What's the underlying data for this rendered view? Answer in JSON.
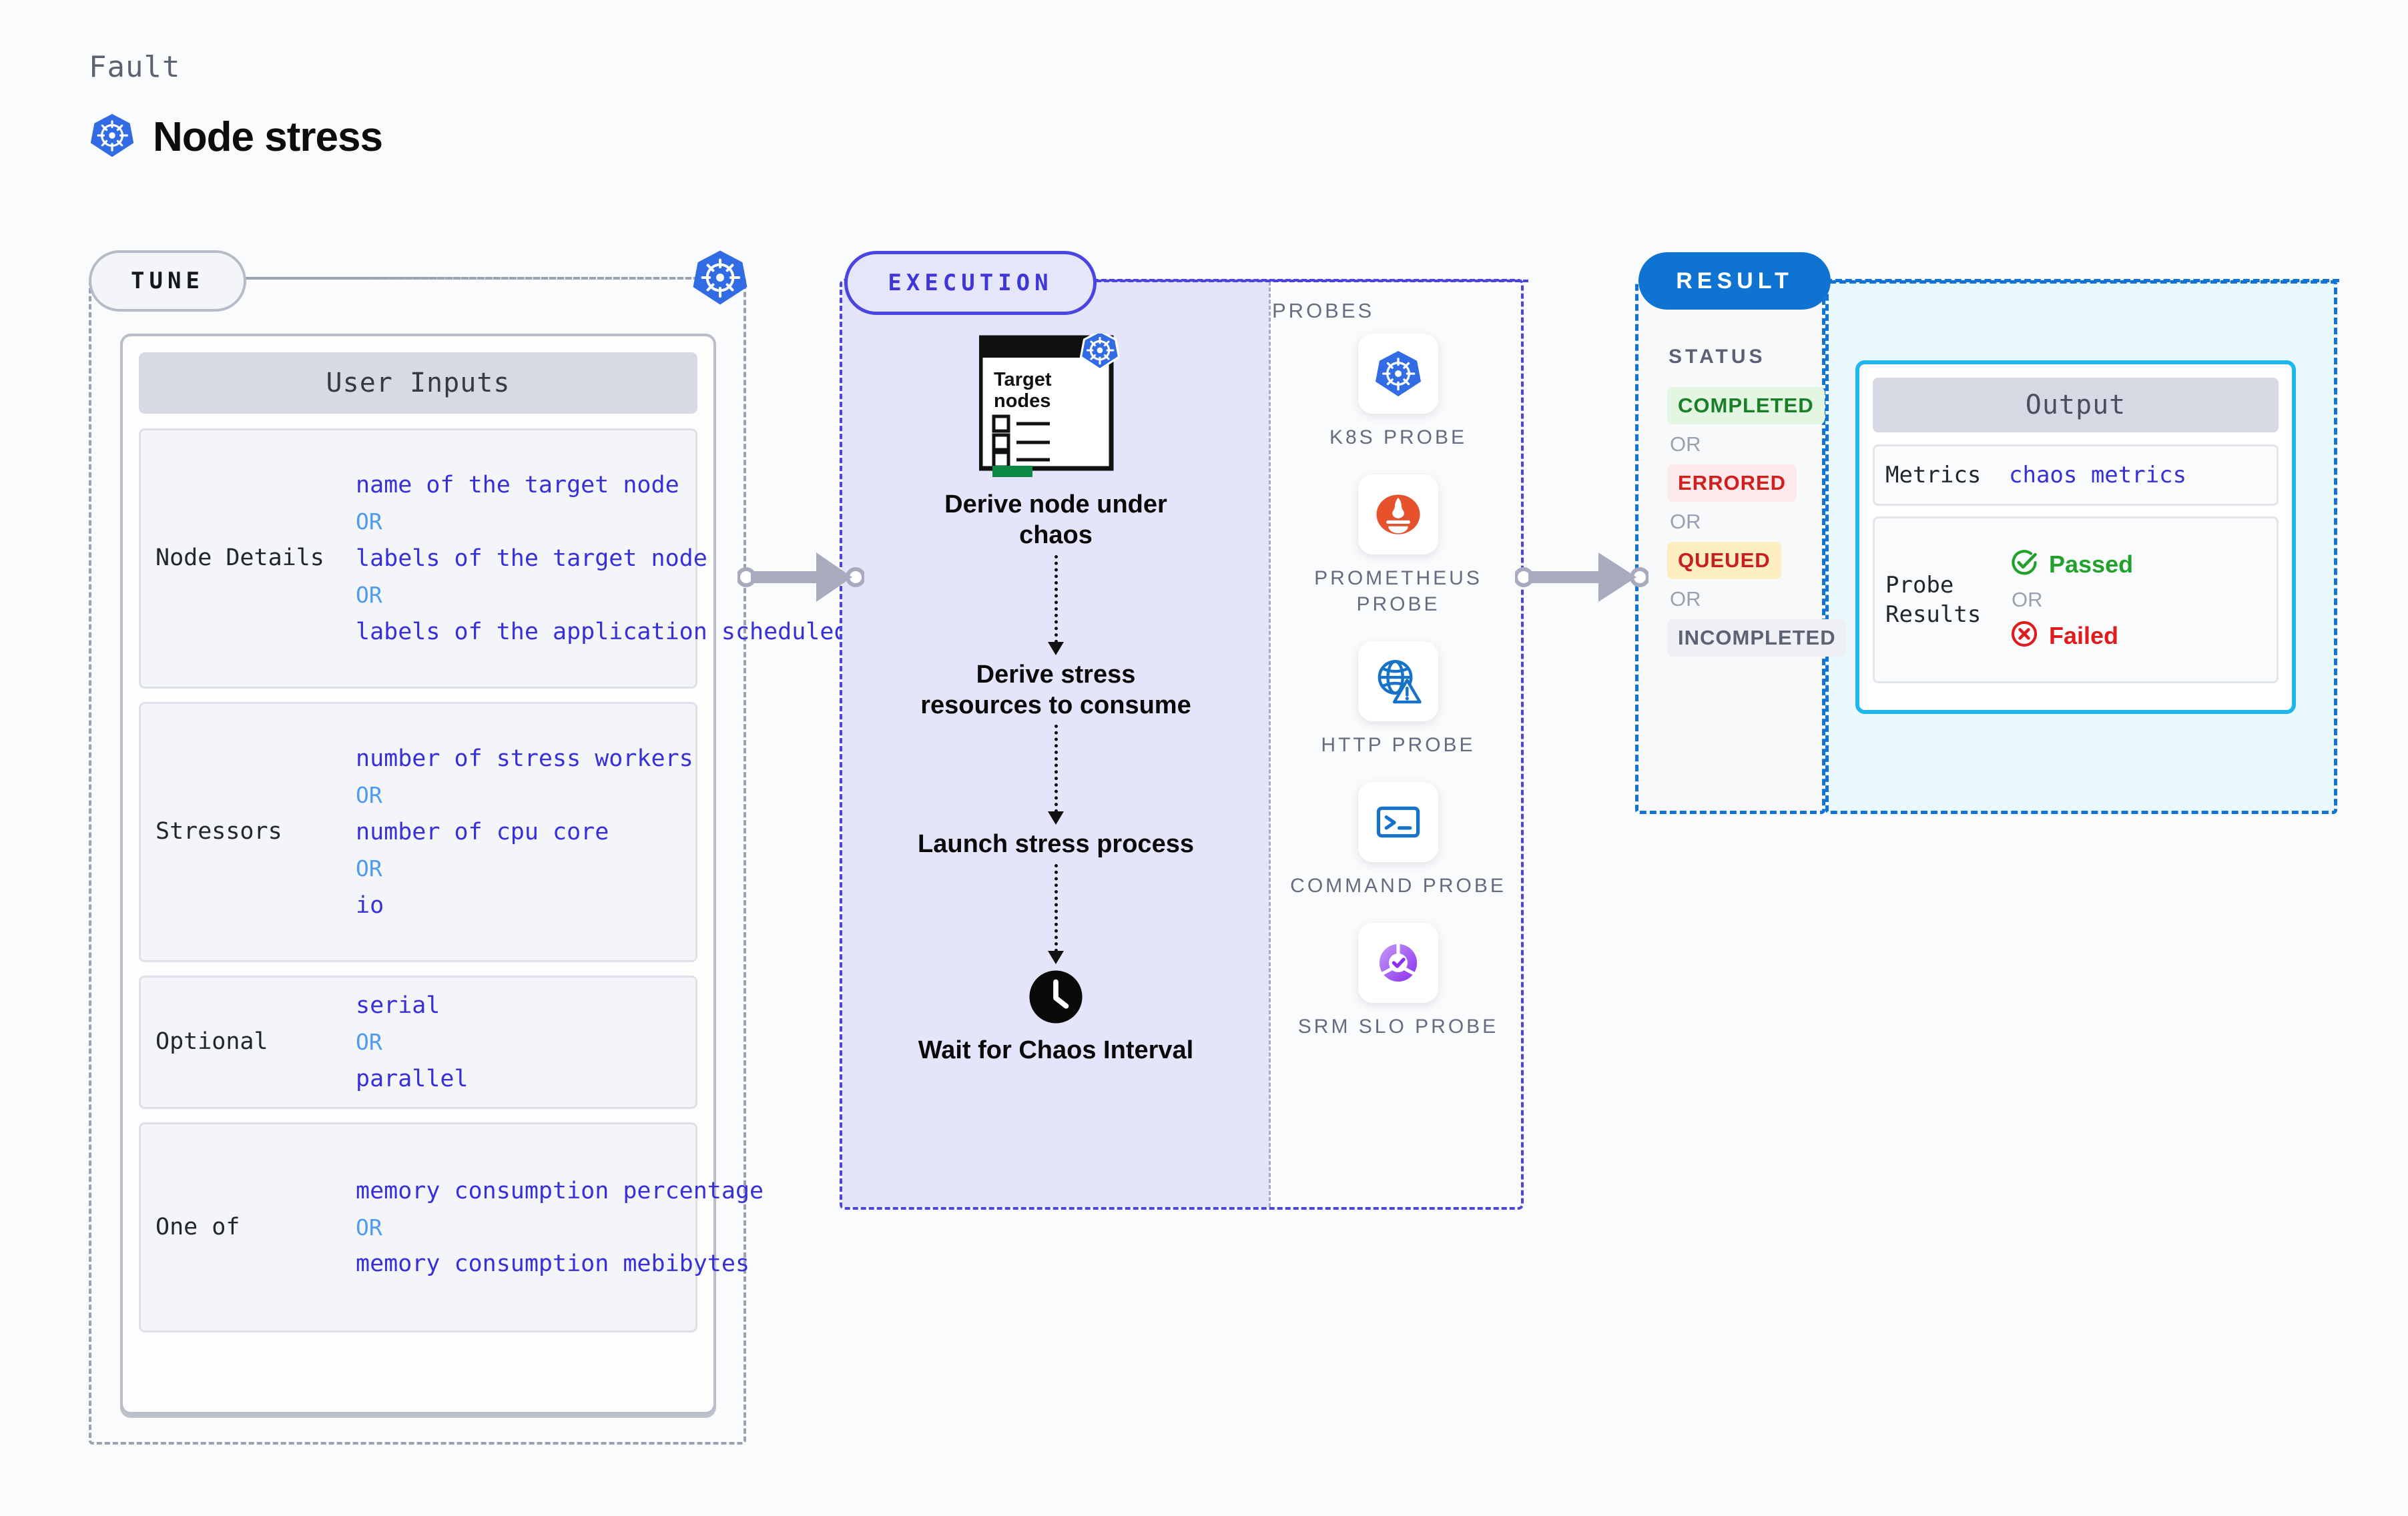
{
  "header": {
    "kicker": "Fault",
    "title": "Node stress",
    "icon": "kubernetes-icon"
  },
  "tune": {
    "badge": "TUNE",
    "corner_icon": "kubernetes-icon",
    "card_title": "User Inputs",
    "rows": [
      {
        "key": "Node Details",
        "values": [
          "name of the target node",
          "OR",
          "labels of the target node",
          "OR",
          "labels of the application scheduled on target node"
        ]
      },
      {
        "key": "Stressors",
        "values": [
          "number of stress workers",
          "OR",
          "number of cpu core",
          "OR",
          "io"
        ]
      },
      {
        "key": "Optional",
        "values": [
          "serial",
          "OR",
          "parallel"
        ]
      },
      {
        "key": "One of",
        "values": [
          "memory consumption percentage",
          "OR",
          "memory consumption mebibytes"
        ]
      }
    ]
  },
  "execution": {
    "badge": "EXECUTION",
    "window_icon": {
      "title": "Target nodes",
      "badge_icon": "kubernetes-icon"
    },
    "steps": [
      "Derive node under chaos",
      "Derive stress resources to consume",
      "Launch stress process",
      "Wait for Chaos Interval"
    ],
    "wait_icon": "clock-icon",
    "probes_label": "PROBES",
    "probes": [
      {
        "name": "K8S PROBE",
        "icon": "kubernetes-icon"
      },
      {
        "name": "PROMETHEUS PROBE",
        "icon": "prometheus-icon"
      },
      {
        "name": "HTTP PROBE",
        "icon": "globe-warning-icon"
      },
      {
        "name": "COMMAND PROBE",
        "icon": "terminal-icon"
      },
      {
        "name": "SRM SLO PROBE",
        "icon": "slo-donut-icon"
      }
    ]
  },
  "result": {
    "badge": "RESULT",
    "status_label": "STATUS",
    "statuses": [
      {
        "label": "COMPLETED",
        "color": "#1a7f28",
        "bg": "#e2f6e1"
      },
      {
        "label": "OR",
        "color": "#9aa0b0",
        "bg": "transparent"
      },
      {
        "label": "ERRORED",
        "color": "#cf1f1f",
        "bg": "#fdeaea"
      },
      {
        "label": "OR",
        "color": "#9aa0b0",
        "bg": "transparent"
      },
      {
        "label": "QUEUED",
        "color": "#c71f1f",
        "bg": "#fdeec2"
      },
      {
        "label": "OR",
        "color": "#9aa0b0",
        "bg": "transparent"
      },
      {
        "label": "INCOMPLETED",
        "color": "#5b6274",
        "bg": "#eef0f5"
      }
    ],
    "output": {
      "title": "Output",
      "metrics_key": "Metrics",
      "metrics_value": "chaos metrics",
      "probe_key": "Probe Results",
      "passed": "Passed",
      "or": "OR",
      "failed": "Failed",
      "passed_icon": "check-circle-icon",
      "failed_icon": "x-circle-icon"
    }
  },
  "colors": {
    "k8s_blue": "#326ce5",
    "exec_purple": "#4a44e0",
    "result_blue": "#1273d4",
    "output_border": "#1eb6ec",
    "value_blue": "#3730d8",
    "or_blue": "#4f9bf0",
    "arrow_gray": "#a8abbd"
  }
}
